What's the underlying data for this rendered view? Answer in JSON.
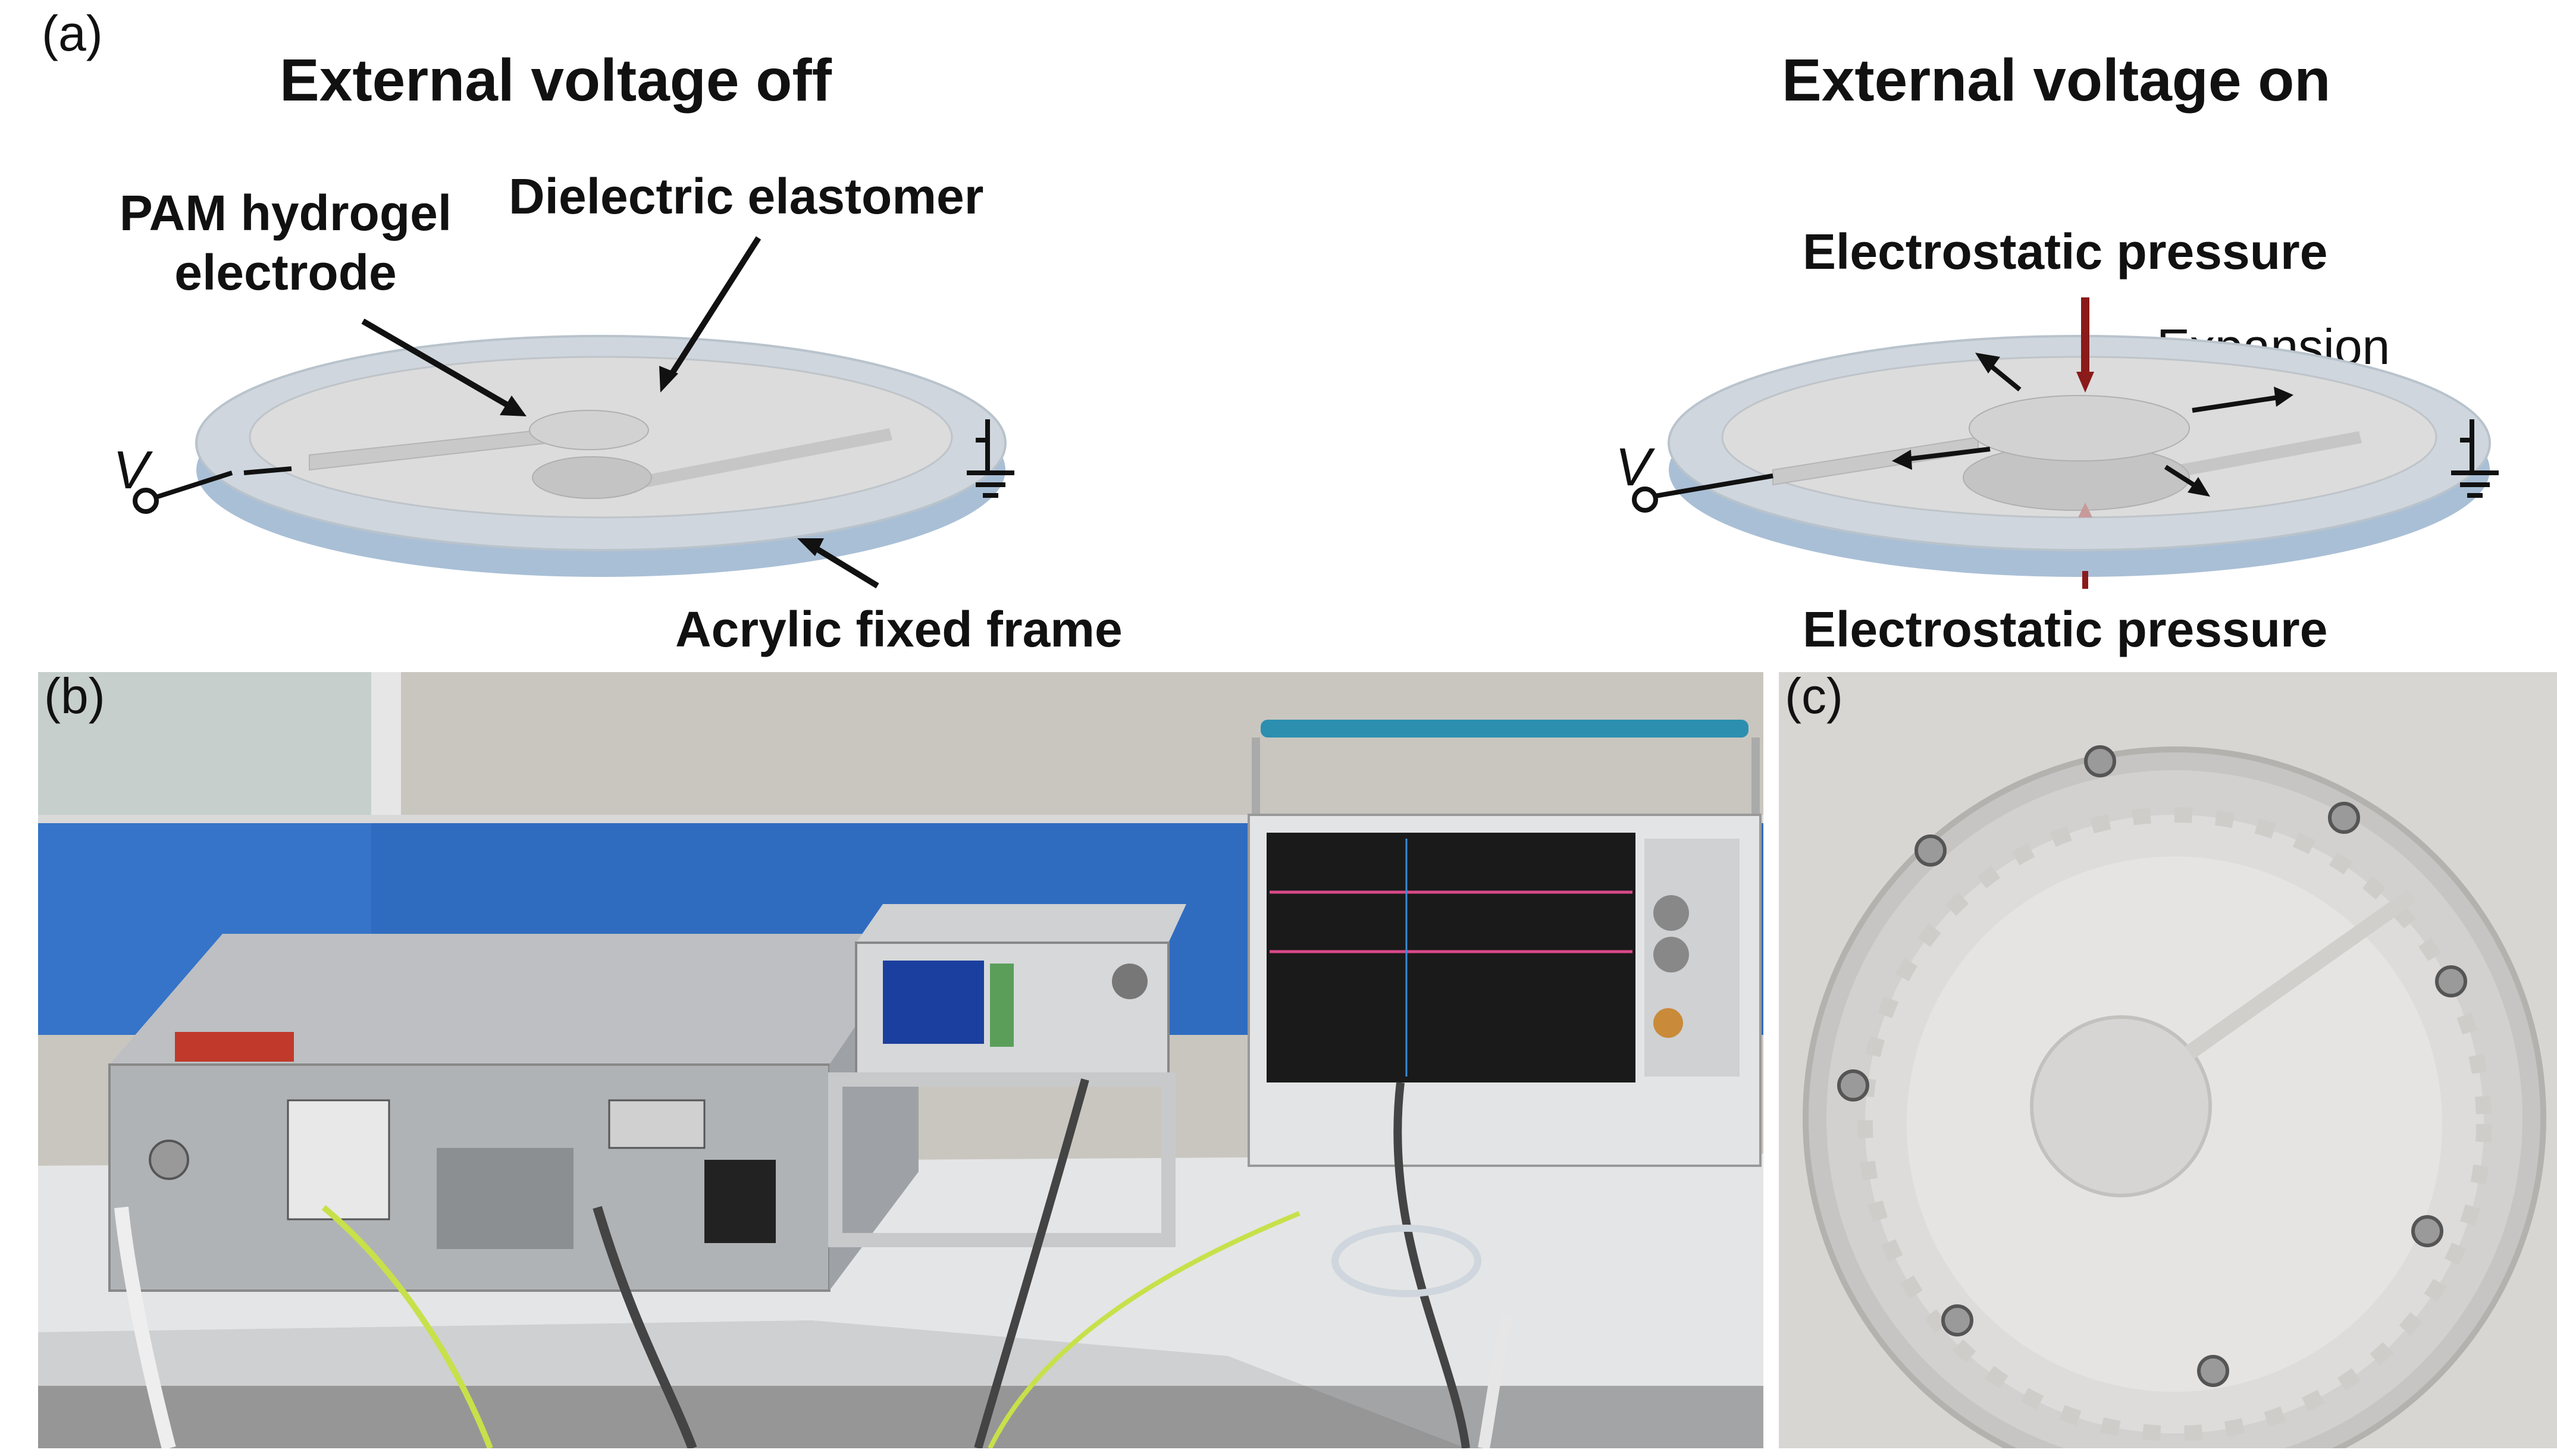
{
  "panel_a": {
    "label": "(a)",
    "off": {
      "title": "External voltage off",
      "label_hydrogel_line1": "PAM hydrogel",
      "label_hydrogel_line2": "electrode",
      "label_elastomer": "Dielectric elastomer",
      "label_frame": "Acrylic fixed frame",
      "voltage_symbol": "V"
    },
    "on": {
      "title": "External voltage on",
      "label_pressure_top": "Electrostatic pressure",
      "label_expansion": "Expansion",
      "label_pressure_bottom": "Electrostatic pressure",
      "voltage_symbol": "V"
    }
  },
  "panel_b": {
    "label": "(b)"
  },
  "panel_c": {
    "label": "(c)"
  },
  "colors": {
    "frame_top": "#cfd6de",
    "frame_side": "#a9bfd6",
    "membrane": "#d9dadb",
    "electrode": "#c9c9c9",
    "pressure_arrow": "#8b1a1a",
    "arrow": "#111111"
  }
}
